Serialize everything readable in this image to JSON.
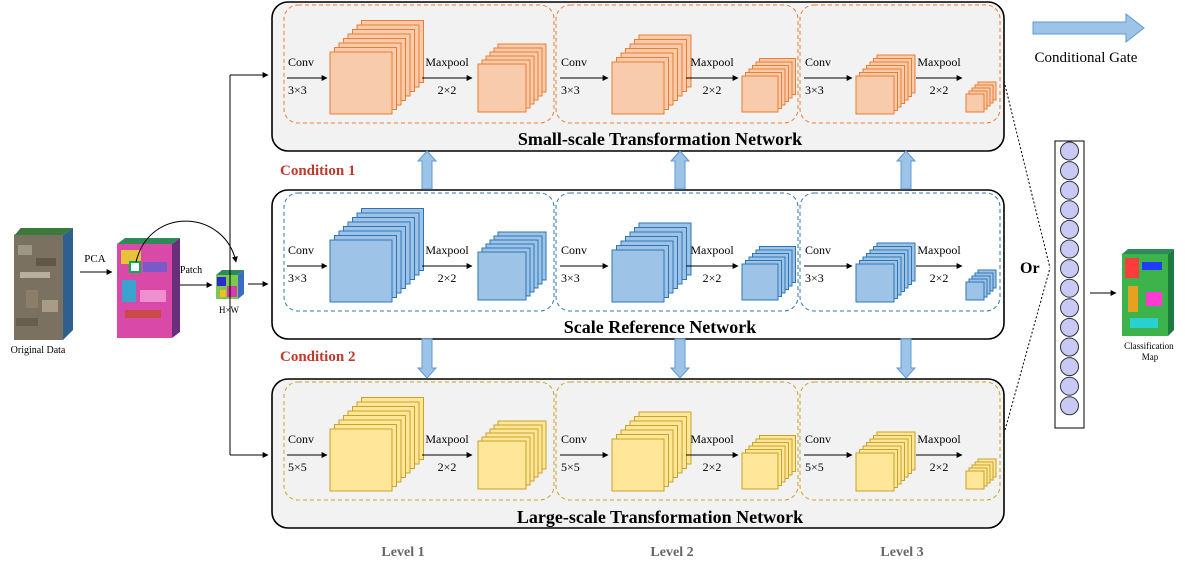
{
  "networks": {
    "small": {
      "title": "Small-scale Transformation Network",
      "levels": [
        {
          "conv": "Conv",
          "kernel": "3×3",
          "pool": "Maxpool",
          "pool_size": "2×2"
        },
        {
          "conv": "Conv",
          "kernel": "3×3",
          "pool": "Maxpool",
          "pool_size": "2×2"
        },
        {
          "conv": "Conv",
          "kernel": "3×3",
          "pool": "Maxpool",
          "pool_size": "2×2"
        }
      ]
    },
    "reference": {
      "title": "Scale Reference Network",
      "levels": [
        {
          "conv": "Conv",
          "kernel": "3×3",
          "pool": "Maxpool",
          "pool_size": "2×2"
        },
        {
          "conv": "Conv",
          "kernel": "3×3",
          "pool": "Maxpool",
          "pool_size": "2×2"
        },
        {
          "conv": "Conv",
          "kernel": "3×3",
          "pool": "Maxpool",
          "pool_size": "2×2"
        }
      ]
    },
    "large": {
      "title": "Large-scale Transformation Network",
      "levels": [
        {
          "conv": "Conv",
          "kernel": "5×5",
          "pool": "Maxpool",
          "pool_size": "2×2"
        },
        {
          "conv": "Conv",
          "kernel": "5×5",
          "pool": "Maxpool",
          "pool_size": "2×2"
        },
        {
          "conv": "Conv",
          "kernel": "5×5",
          "pool": "Maxpool",
          "pool_size": "2×2"
        }
      ]
    }
  },
  "conditions": [
    "Condition 1",
    "Condition 2"
  ],
  "level_labels": [
    "Level 1",
    "Level 2",
    "Level 3"
  ],
  "legend": {
    "conditional_gate": "Conditional Gate"
  },
  "input": {
    "original_data": "Original Data",
    "pca": "PCA",
    "patch": "Patch",
    "patch_size": "H×W"
  },
  "output": {
    "or": "Or",
    "classification_map": "Classification Map",
    "classification_map_lines": [
      "Classification",
      "Map"
    ]
  },
  "colors": {
    "small_fill": "#f8cbad",
    "small_border": "#ed7d31",
    "reference_fill": "#9dc3e6",
    "reference_border": "#2e75b6",
    "large_fill": "#ffe699",
    "large_border": "#c9a227",
    "gate_arrow": "#9dc3e6",
    "condition_text": "#c0392b",
    "panel_bg": "#f2f2f2",
    "neuron": "#c9c9f5"
  }
}
